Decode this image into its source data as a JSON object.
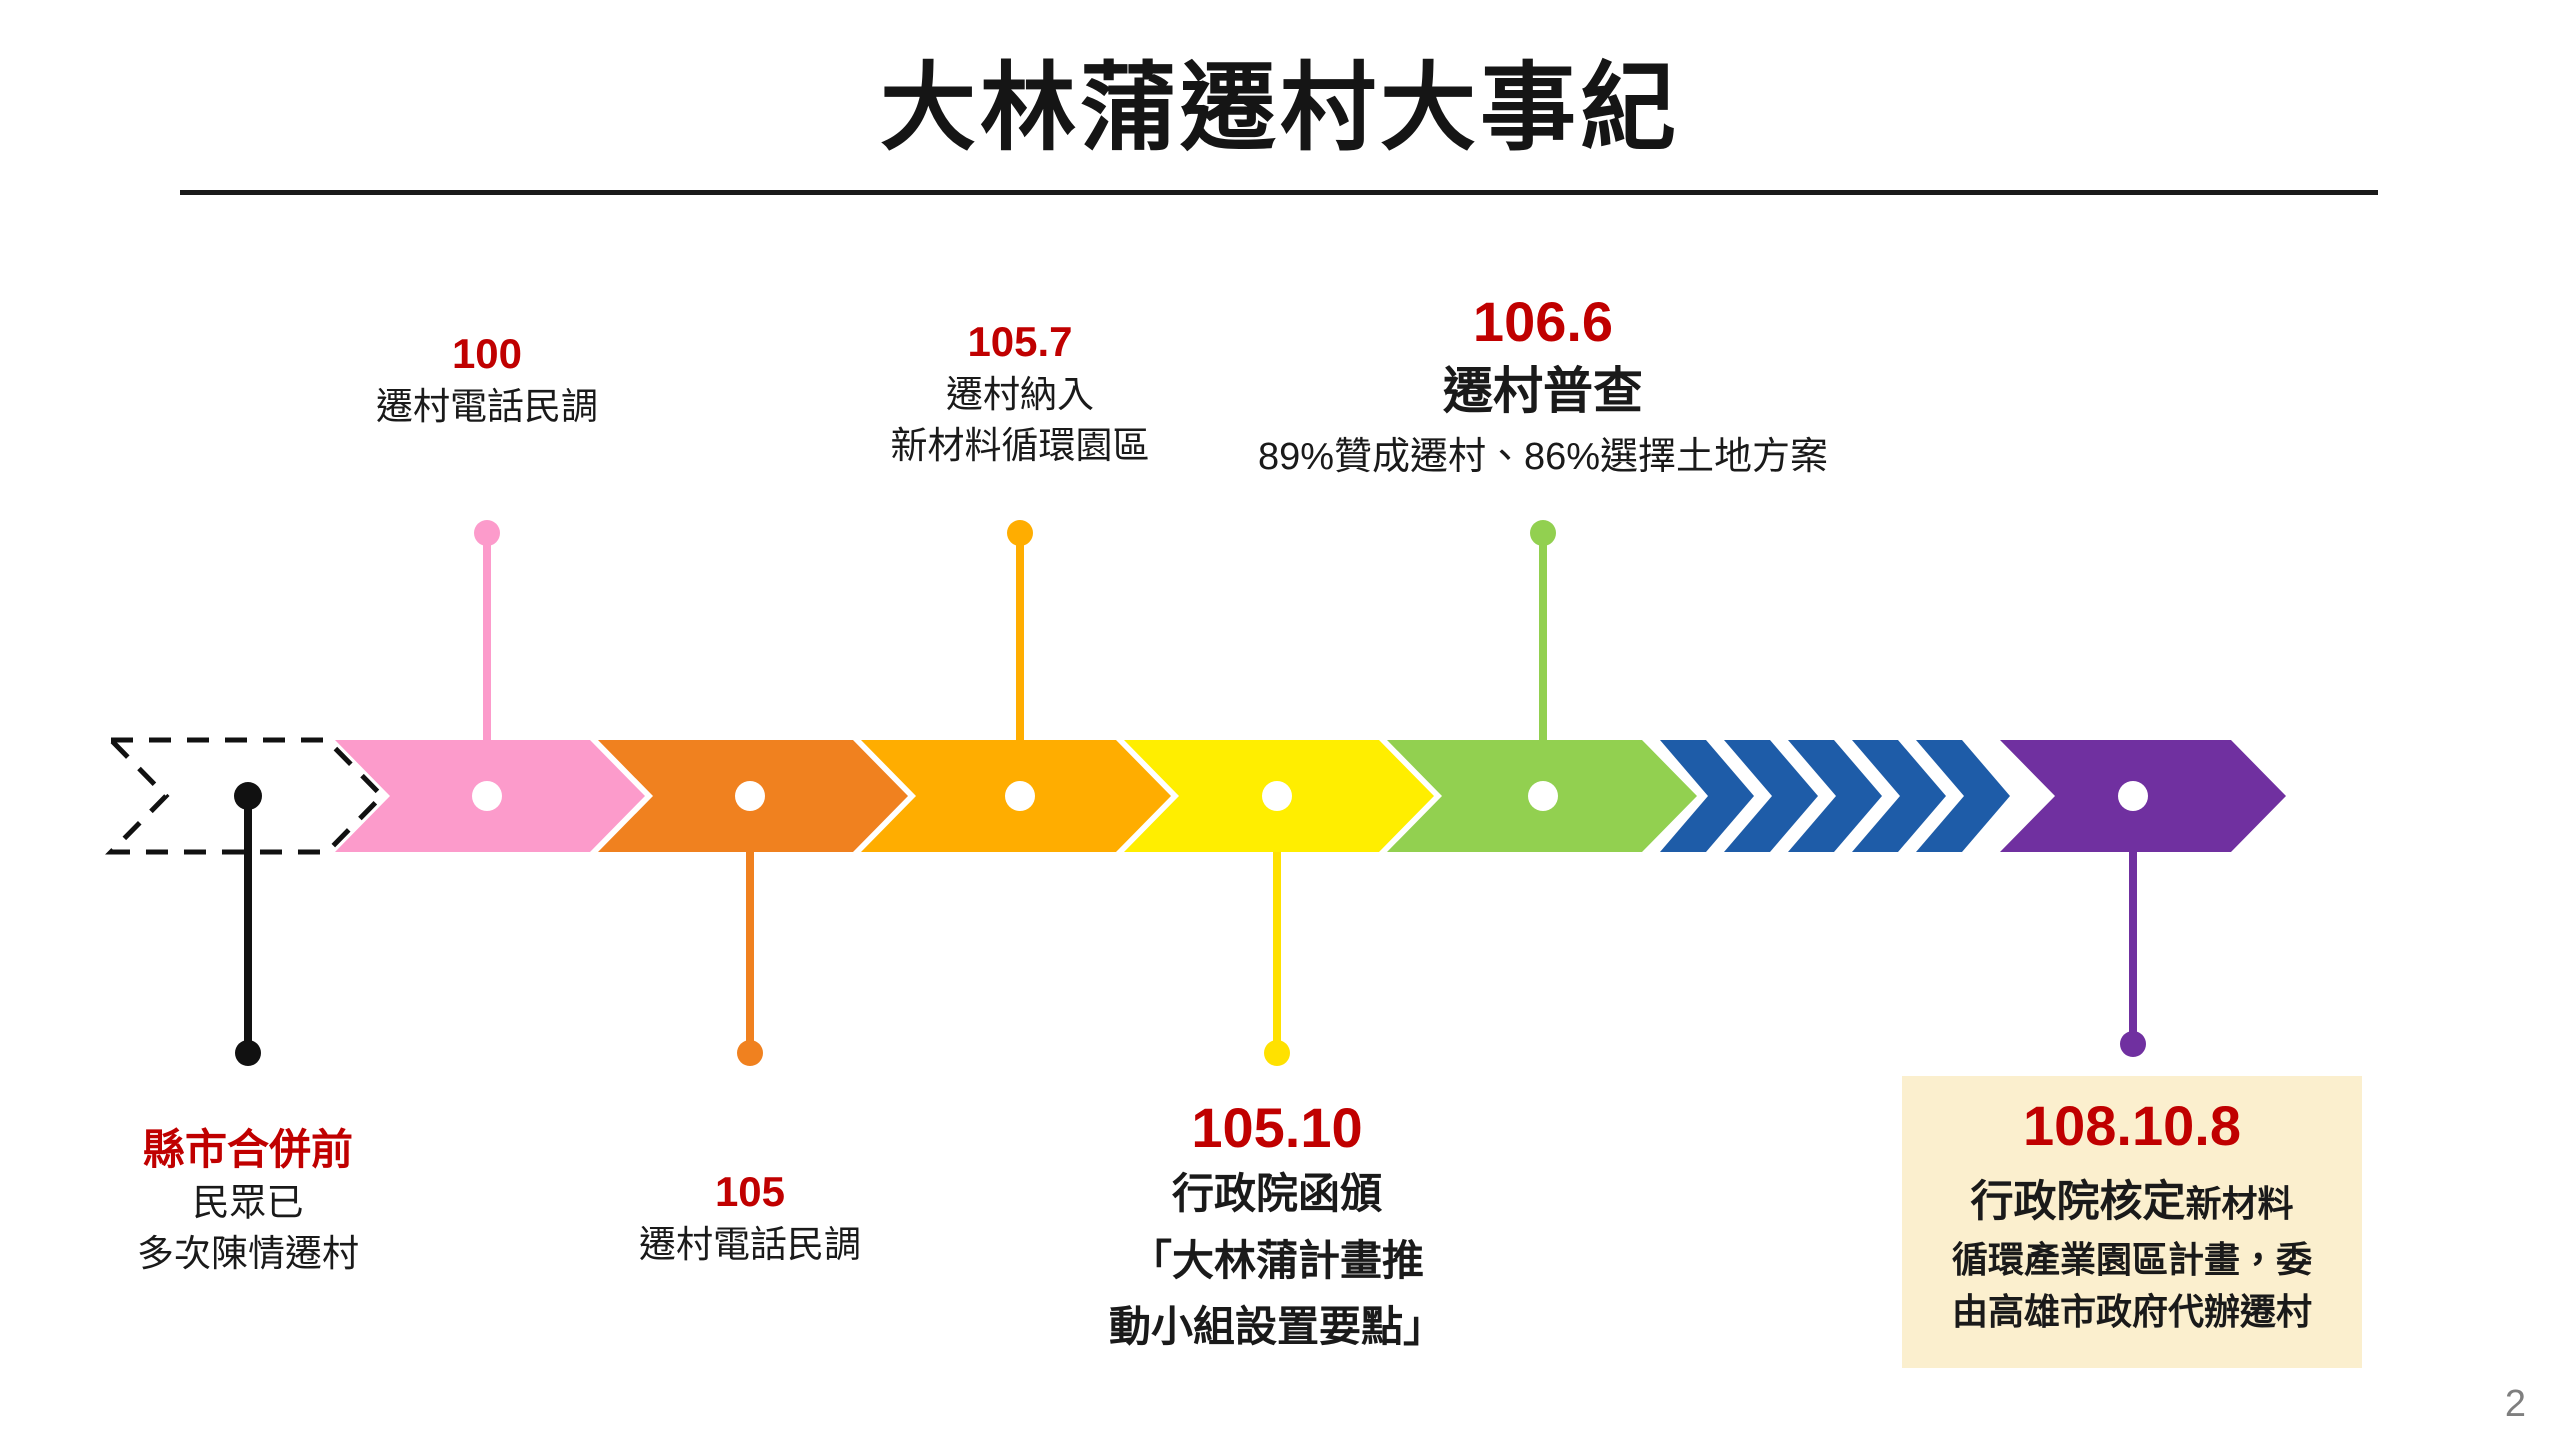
{
  "slide": {
    "title": "大林蒲遷村大事紀",
    "page_number": "2"
  },
  "colors": {
    "red": "#C00000",
    "pink": "#FC9BCB",
    "orange": "#F0811F",
    "amber": "#FFAD00",
    "yellow": "#FFEE00",
    "green": "#92D050",
    "blue": "#1E5CA8",
    "purple": "#7030A0",
    "cream": "#FBEFCE",
    "black": "#1A1A1A"
  },
  "events_above": [
    {
      "date": "100",
      "lines": [
        "遷村電話民調"
      ]
    },
    {
      "date": "105.7",
      "lines": [
        "遷村納入",
        "新材料循環園區"
      ]
    },
    {
      "date": "106.6",
      "heading": "遷村普查",
      "lines": [
        "89%贊成遷村、86%選擇土地方案"
      ]
    }
  ],
  "events_below": [
    {
      "date": "縣市合併前",
      "lines": [
        "民眾已",
        "多次陳情遷村"
      ]
    },
    {
      "date": "105",
      "lines": [
        "遷村電話民調"
      ]
    },
    {
      "date": "105.10",
      "lines": [
        "行政院函頒",
        "「大林蒲計畫推",
        "動小組設置要點」"
      ]
    },
    {
      "date": "108.10.8",
      "lead_bold": "行政院核定",
      "lead_rest": "新材料",
      "lines": [
        "循環產業園區計畫，委",
        "由高雄市政府代辦遷村"
      ]
    }
  ]
}
